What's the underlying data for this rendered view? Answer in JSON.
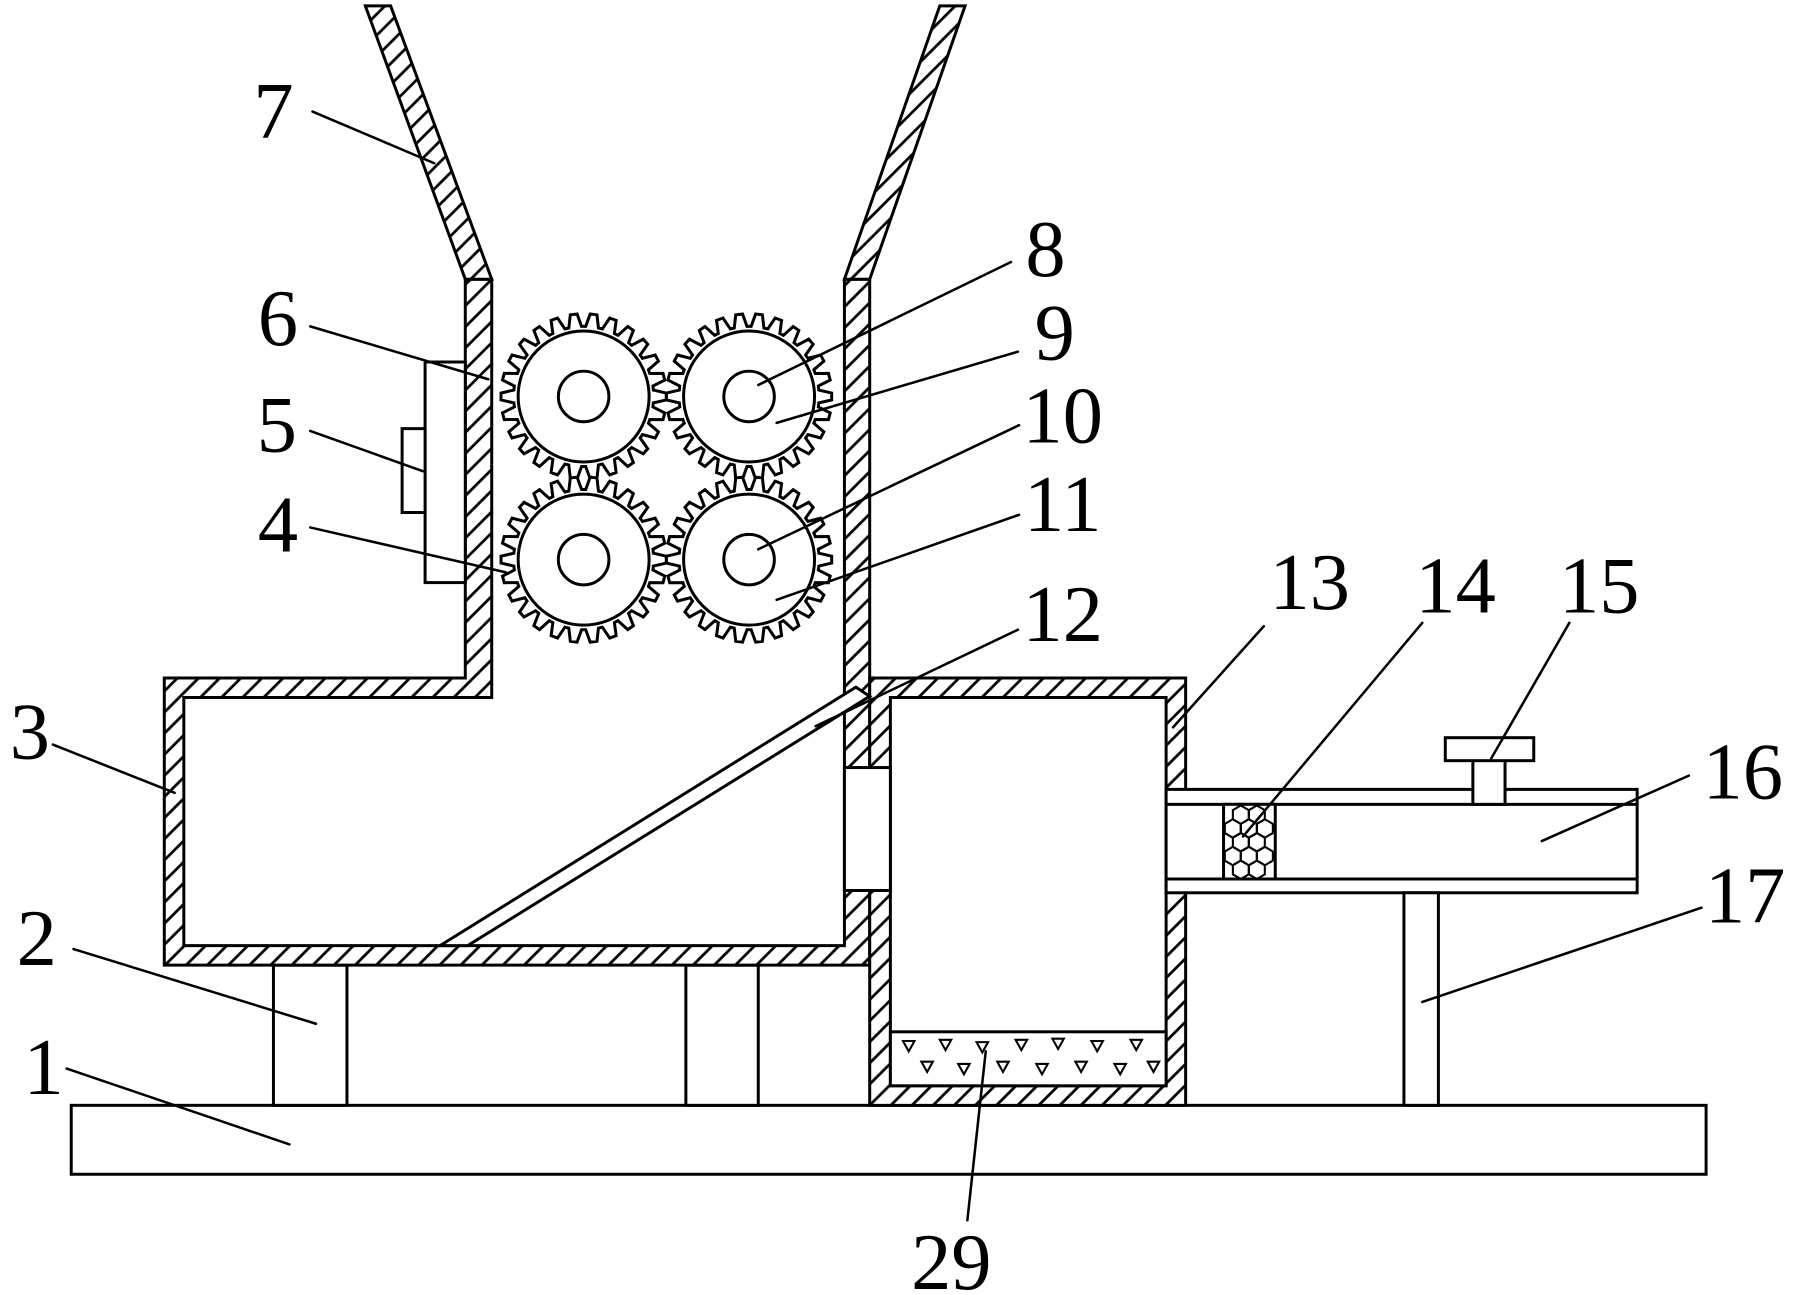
{
  "callouts": [
    "1",
    "2",
    "3",
    "4",
    "5",
    "6",
    "7",
    "8",
    "9",
    "10",
    "11",
    "12",
    "13",
    "14",
    "15",
    "16",
    "17",
    "29"
  ],
  "colors": {
    "ink": "#000000",
    "paper": "#ffffff"
  }
}
